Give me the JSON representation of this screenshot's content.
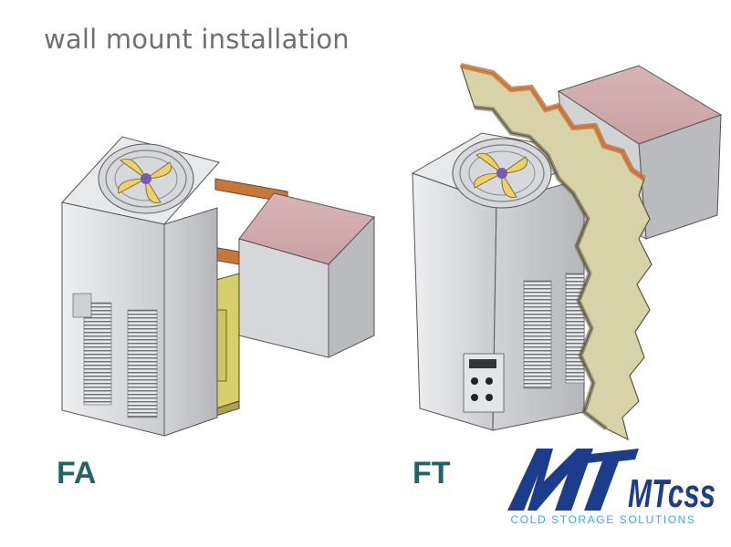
{
  "heading": "wall mount installation",
  "units": [
    {
      "label": "FA"
    },
    {
      "label": "FT"
    }
  ],
  "logo": {
    "text": "MTcss",
    "tagline": "COLD STORAGE SOLUTIONS",
    "color_main": "#1c3c8c",
    "color_tagline": "#37b0cf"
  },
  "colors": {
    "label": "#22626a",
    "heading": "#6f7073",
    "unit_body": "#dfe0e2",
    "evaporator_box": "#cfa9ab",
    "insulation_wall": "#d8d2a8",
    "wall_edge": "#5c563e",
    "bracket": "#c8773a",
    "fan_blade": "#eed06a",
    "control_box": "#d7cf6a"
  }
}
